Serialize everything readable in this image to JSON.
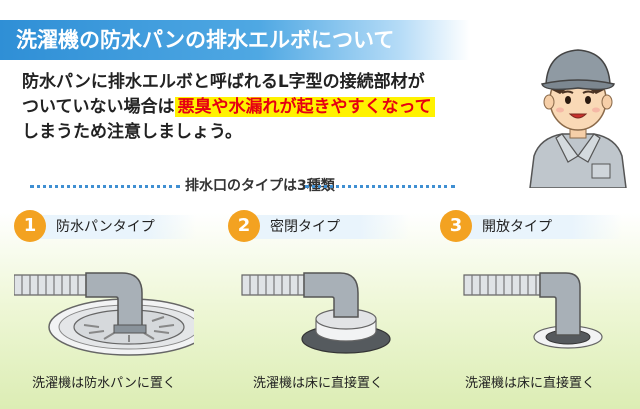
{
  "title": "洗濯機の防水パンの排水エルボについて",
  "intro": {
    "line1": "防水パンに排水エルボと呼ばれるL字型の接続部材が",
    "line2_prefix": "ついていない場合は",
    "line2_highlight": "悪臭や水漏れが起きやすくなって",
    "line3": "しまうため注意しましょう。"
  },
  "subtitle": "排水口のタイプは3種類",
  "types": [
    {
      "number": "1",
      "name": "防水パンタイプ",
      "caption": "洗濯機は防水パンに置く"
    },
    {
      "number": "2",
      "name": "密閉タイプ",
      "caption": "洗濯機は床に直接置く"
    },
    {
      "number": "3",
      "name": "開放タイプ",
      "caption": "洗濯機は床に直接置く"
    }
  ],
  "colors": {
    "title_bar": "#2f8fd6",
    "highlight_bg": "#fff200",
    "highlight_text": "#e60012",
    "number_badge": "#f3a221",
    "dotted_line": "#3f8fd2",
    "pipe": "#9aa3ab"
  }
}
